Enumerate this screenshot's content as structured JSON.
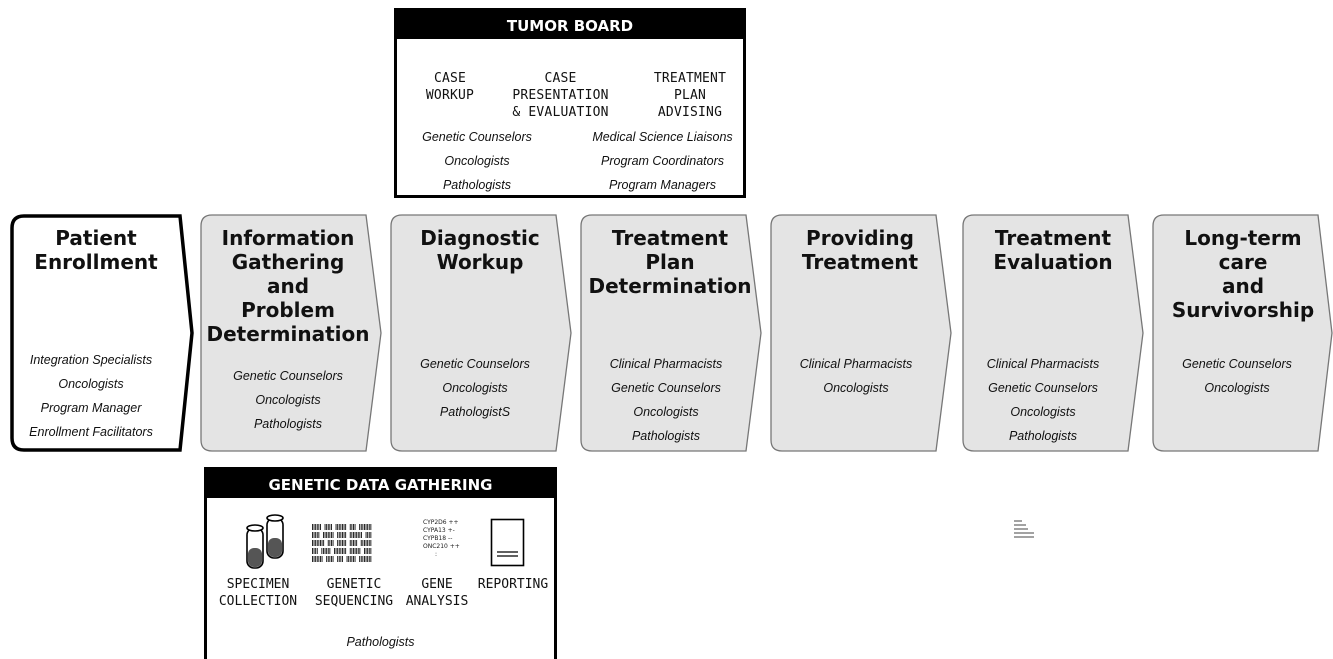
{
  "tumor_board": {
    "title": "TUMOR BOARD",
    "columns": [
      {
        "line1": "CASE",
        "line2": "WORKUP",
        "line3": ""
      },
      {
        "line1": "CASE",
        "line2": "PRESENTATION",
        "line3": "& EVALUATION"
      },
      {
        "line1": "TREATMENT",
        "line2": "PLAN",
        "line3": "ADVISING"
      }
    ],
    "roles_left": [
      "Genetic Counselors",
      "Oncologists",
      "Pathologists"
    ],
    "roles_right": [
      "Medical Science Liaisons",
      "Program Coordinators",
      "Program Managers"
    ]
  },
  "steps": [
    {
      "title_lines": [
        "Patient",
        "Enrollment"
      ],
      "roles": [
        "Integration Specialists",
        "Oncologists",
        "Program Manager",
        "Enrollment Facilitators"
      ]
    },
    {
      "title_lines": [
        "Information",
        "Gathering",
        "and",
        "Problem",
        "Determination"
      ],
      "roles": [
        "Genetic Counselors",
        "Oncologists",
        "Pathologists"
      ]
    },
    {
      "title_lines": [
        "Diagnostic",
        "Workup"
      ],
      "roles": [
        "Genetic Counselors",
        "Oncologists",
        "PathologistS"
      ]
    },
    {
      "title_lines": [
        "Treatment",
        "Plan",
        "Determination"
      ],
      "roles": [
        "Clinical Pharmacists",
        "Genetic Counselors",
        "Oncologists",
        "Pathologists"
      ]
    },
    {
      "title_lines": [
        "Providing",
        "Treatment"
      ],
      "roles": [
        "Clinical Pharmacists",
        "Oncologists"
      ]
    },
    {
      "title_lines": [
        "Treatment",
        "Evaluation"
      ],
      "roles": [
        "Clinical Pharmacists",
        "Genetic Counselors",
        "Oncologists",
        "Pathologists"
      ]
    },
    {
      "title_lines": [
        "Long-term",
        "care",
        "and",
        "Survivorship"
      ],
      "roles": [
        "Genetic Counselors",
        "Oncologists"
      ]
    }
  ],
  "genetic": {
    "title": "GENETIC DATA GATHERING",
    "stages": [
      {
        "line1": "SPECIMEN",
        "line2": "COLLECTION"
      },
      {
        "line1": "GENETIC",
        "line2": "SEQUENCING"
      },
      {
        "line1": "GENE",
        "line2": "ANALYSIS"
      },
      {
        "line1": "REPORTING",
        "line2": ""
      }
    ],
    "gene_list": [
      "CYP2D6 ++",
      "CYPA13 +-",
      "CYPB18 --",
      "ONC210 ++",
      ":"
    ],
    "role": "Pathologists"
  },
  "icons": {
    "tubes": "specimen-tubes-icon",
    "sequence": "sequencing-bars-icon",
    "report": "report-document-icon",
    "menu": "list-lines-icon"
  }
}
